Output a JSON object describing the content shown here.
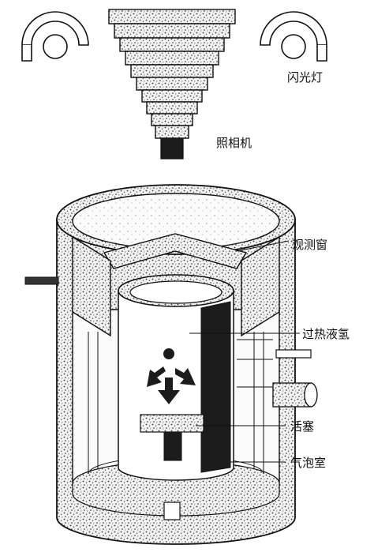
{
  "labels": {
    "flash_lamp": "闪光灯",
    "camera": "照相机",
    "observation_window": "观测窗",
    "superheated_liquid_hydrogen": "过热液氢",
    "piston": "活塞",
    "bubble_chamber": "气泡室"
  },
  "colors": {
    "ink": "#111111",
    "paper": "#ffffff",
    "speckle_fill": "#d9d9d9",
    "dark_slot": "#1c1c1c"
  }
}
